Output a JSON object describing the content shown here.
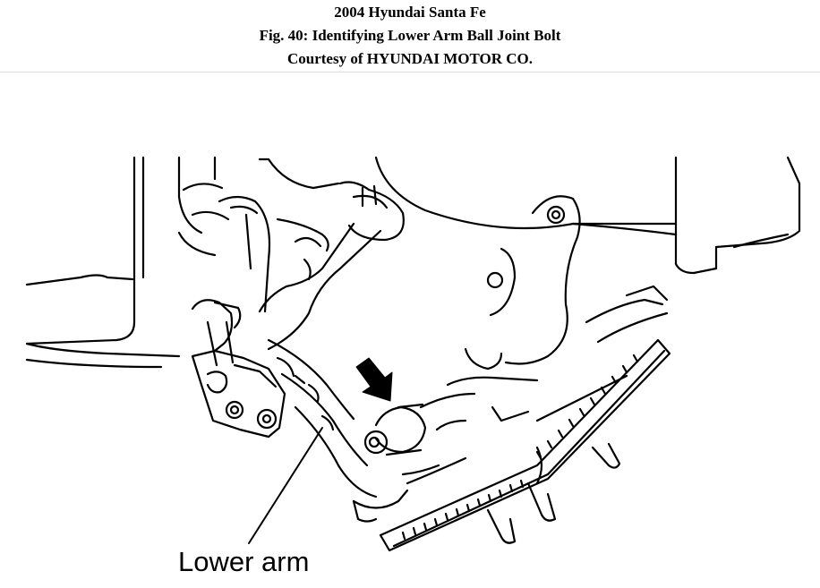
{
  "header": {
    "line1": "2004 Hyundai Santa Fe",
    "line2": "Fig. 40: Identifying Lower Arm Ball Joint Bolt",
    "line3": "Courtesy of HYUNDAI MOTOR CO."
  },
  "figure": {
    "callout_label": "Lower arm",
    "icons": [
      "indicator-arrow-icon"
    ],
    "colors": {
      "ink": "#000000",
      "background": "#ffffff",
      "rule": "#dcdcdc"
    }
  }
}
